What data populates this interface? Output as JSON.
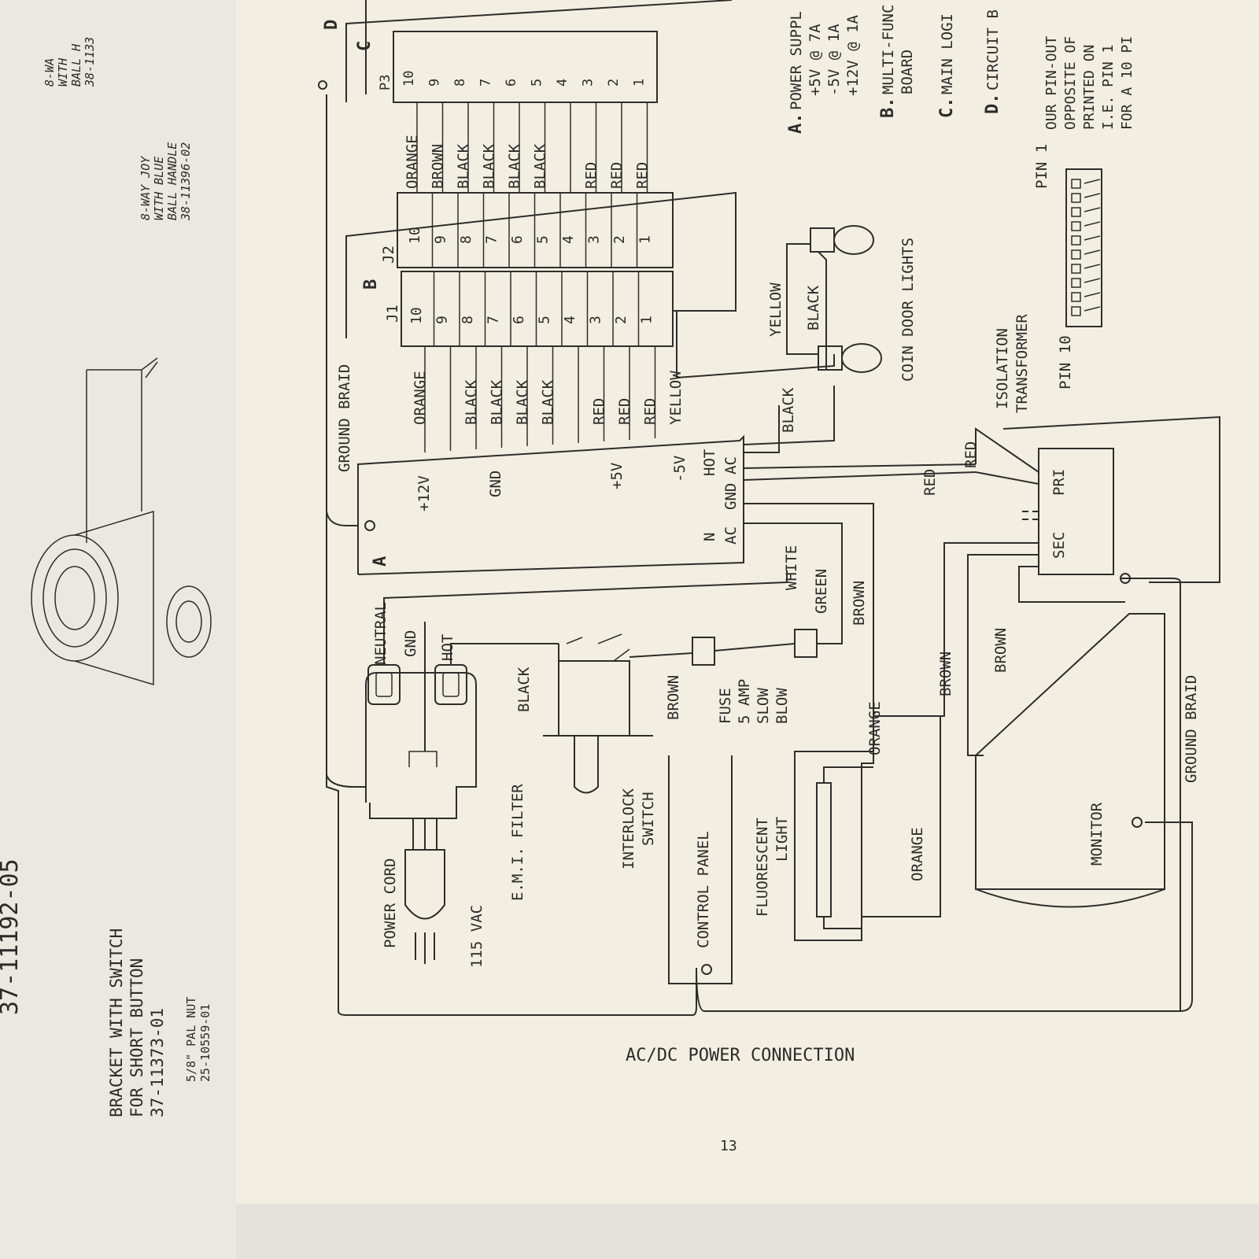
{
  "left_page": {
    "part_number_top": "37-11192-05",
    "bracket_label": [
      "BRACKET WITH SWITCH",
      "FOR SHORT BUTTON",
      "37-11373-01"
    ],
    "nut_label": [
      "5/8\" PAL NUT",
      "25-10559-01"
    ],
    "joystick_label_1": [
      "8-WAY JOY",
      "WITH BLUE",
      "BALL HANDLE",
      "38-11396-02"
    ],
    "joystick_label_2": [
      "8-WA",
      "WITH",
      "BALL H",
      "38-1133"
    ]
  },
  "diagram": {
    "title": "AC/DC POWER CONNECTION",
    "page_number": "13",
    "components": {
      "a": "A",
      "b": "B",
      "c": "C",
      "d": "D",
      "j1": "J1",
      "j2": "J2",
      "p3": "P3",
      "power_cord": "POWER CORD",
      "vac": "115 VAC",
      "emi_filter": "E.M.I. FILTER",
      "interlock": [
        "INTERLOCK",
        "SWITCH"
      ],
      "control_panel": "CONTROL PANEL",
      "fluorescent": [
        "FLUORESCENT",
        "LIGHT"
      ],
      "fuse": [
        "FUSE",
        "5 AMP",
        "SLOW",
        "BLOW"
      ],
      "monitor": "MONITOR",
      "isolation": [
        "ISOLATION",
        "TRANSFORMER"
      ],
      "coin_door": "COIN DOOR LIGHTS",
      "sec": "SEC",
      "pri": "PRI",
      "neutral": "NEUTRAL",
      "gnd": "GND",
      "hot": "HOT",
      "ground_braid": "GROUND BRAID",
      "pin1": "PIN 1",
      "pin10": "PIN 10"
    },
    "terminals": {
      "plus12v": "+12V",
      "gnd": "GND",
      "plus5v": "+5V",
      "minus5v": "-5V",
      "hot": "HOT",
      "ac": "AC",
      "gnd_small": "GND",
      "n": "N",
      "ac_n": "AC"
    },
    "pins": [
      "10",
      "9",
      "8",
      "7",
      "6",
      "5",
      "4",
      "3",
      "2",
      "1"
    ],
    "wires_j1": [
      "ORANGE",
      "",
      "BLACK",
      "BLACK",
      "BLACK",
      "BLACK",
      "",
      "RED",
      "RED",
      "RED",
      "YELLOW"
    ],
    "wires_p3": [
      "ORANGE",
      "BROWN",
      "BLACK",
      "BLACK",
      "BLACK",
      "BLACK",
      "",
      "RED",
      "RED",
      "RED"
    ],
    "wire_labels": {
      "black": "BLACK",
      "brown": "BROWN",
      "white": "WHITE",
      "green": "GREEN",
      "orange": "ORANGE",
      "red": "RED",
      "yellow": "YELLOW"
    }
  },
  "legend": {
    "a": [
      "A.",
      "POWER SUPPL",
      "+5V @ 7A",
      "-5V @ 1A",
      "+12V @ 1A"
    ],
    "b": [
      "B.",
      "MULTI-FUNC",
      "BOARD"
    ],
    "c": [
      "C.",
      "MAIN LOGI"
    ],
    "d": [
      "D.",
      "CIRCUIT B"
    ],
    "note": [
      "OUR PIN-OUT",
      "OPPOSITE OF",
      "PRINTED ON",
      "I.E. PIN 1",
      "FOR A 10 PI"
    ]
  }
}
